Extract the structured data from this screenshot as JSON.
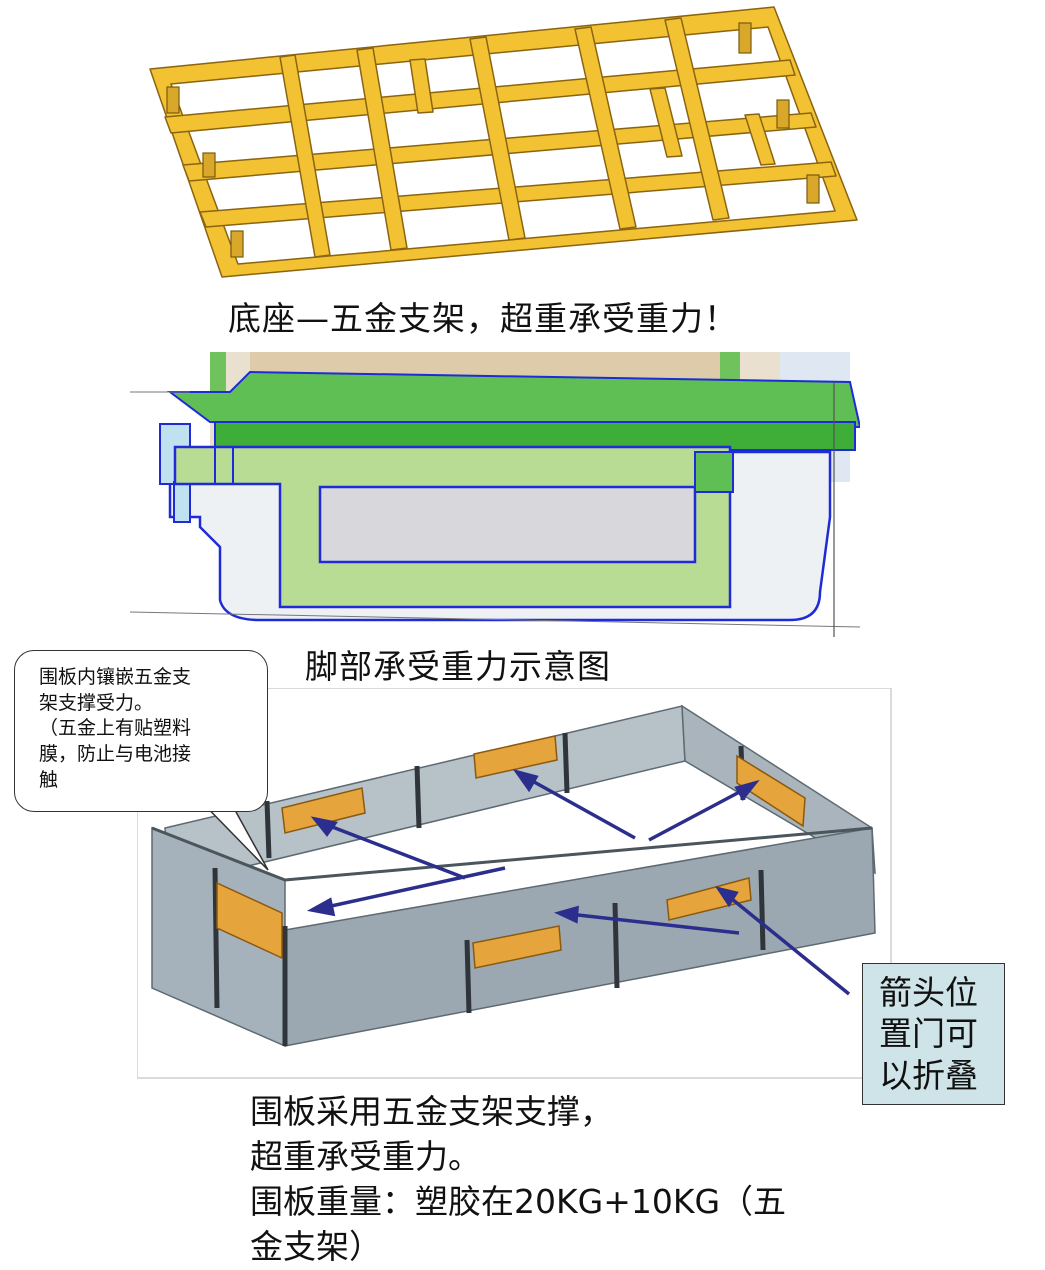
{
  "captions": {
    "base": "底座—五金支架，超重承受重力！",
    "foot": "脚部承受重力示意图"
  },
  "callout": {
    "lines": [
      "围板内镶嵌五金支",
      "架支撑受力。",
      "（五金上有贴塑料",
      "膜，防止与电池接",
      "触"
    ]
  },
  "arrow_note": {
    "lines": [
      "箭头位",
      "置门可",
      "以折叠"
    ]
  },
  "description": {
    "lines": [
      "围板采用五金支架支撑，",
      "超重承受重力。",
      "围板重量：塑胶在20KG+10KG（五",
      "金支架）"
    ]
  },
  "colors": {
    "frame_gold": "#f2c232",
    "frame_edge": "#8a6410",
    "section_green": "#b9dc95",
    "outline_blue": "#1e2bd6",
    "wall_grey": "#a6b2bb",
    "hinge_orange": "#e6a43c",
    "arrow_navy": "#2b2e8c",
    "note_bg": "#cfe4e8"
  }
}
